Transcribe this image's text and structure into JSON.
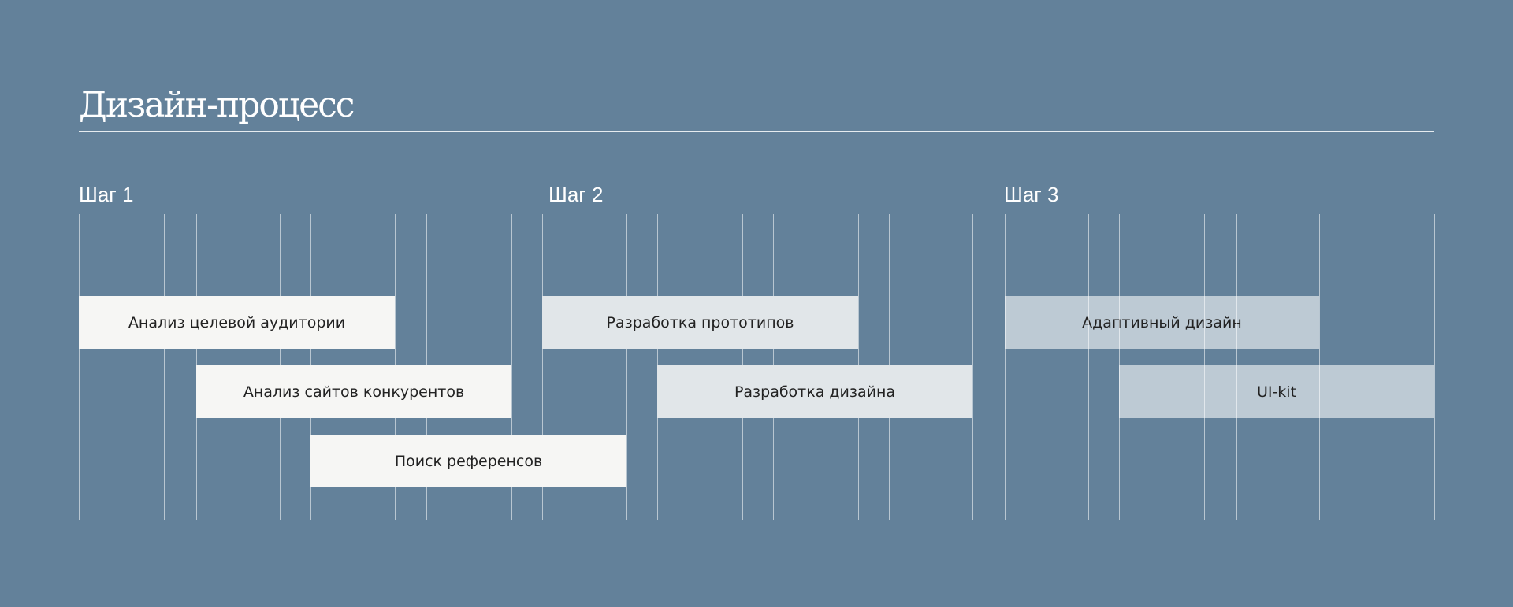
{
  "title": "Дизайн-процесс",
  "steps": [
    {
      "label": "Шаг 1",
      "tasks": [
        "Анализ целевой аудитории",
        "Анализ сайтов конкурентов",
        "Поиск референсов"
      ]
    },
    {
      "label": "Шаг 2",
      "tasks": [
        "Разработка прототипов",
        "Разработка дизайна"
      ]
    },
    {
      "label": "Шаг 3",
      "tasks": [
        "Адаптивный дизайн",
        "UI-kit"
      ]
    }
  ],
  "colors": {
    "background": "#63819a",
    "step1": "#f6f6f4",
    "step2": "#e1e6e9",
    "step3": "#bcc9d1"
  }
}
